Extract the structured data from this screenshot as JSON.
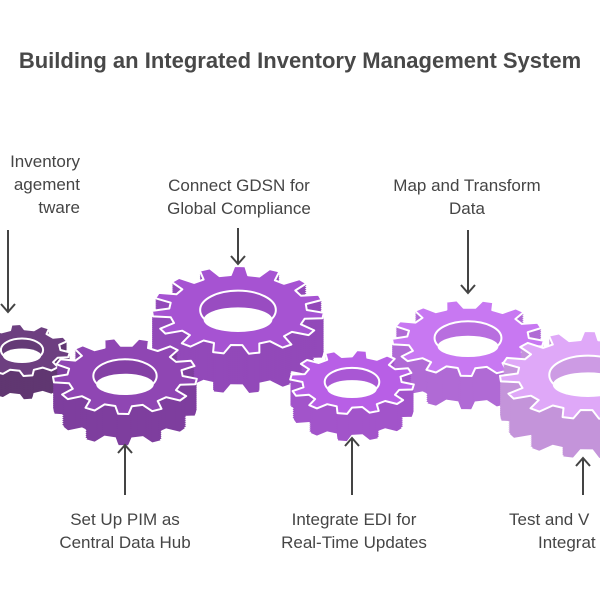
{
  "title": "Building an Integrated Inventory Management System",
  "steps": [
    {
      "label_lines": [
        "Inventory",
        "agement",
        "tware"
      ],
      "color": "#6d3f80",
      "arrow": "down"
    },
    {
      "label_lines": [
        "Set Up PIM as",
        "Central Data Hub"
      ],
      "color": "#8f46b3",
      "arrow": "up"
    },
    {
      "label_lines": [
        "Connect GDSN for",
        "Global Compliance"
      ],
      "color": "#a653d2",
      "arrow": "down"
    },
    {
      "label_lines": [
        "Integrate EDI for",
        "Real-Time Updates"
      ],
      "color": "#b85fe6",
      "arrow": "up"
    },
    {
      "label_lines": [
        "Map and Transform",
        "Data"
      ],
      "color": "#c878f2",
      "arrow": "down"
    },
    {
      "label_lines": [
        "Test and V",
        "Integrat"
      ],
      "color": "#dfa8f8",
      "arrow": "up"
    }
  ]
}
